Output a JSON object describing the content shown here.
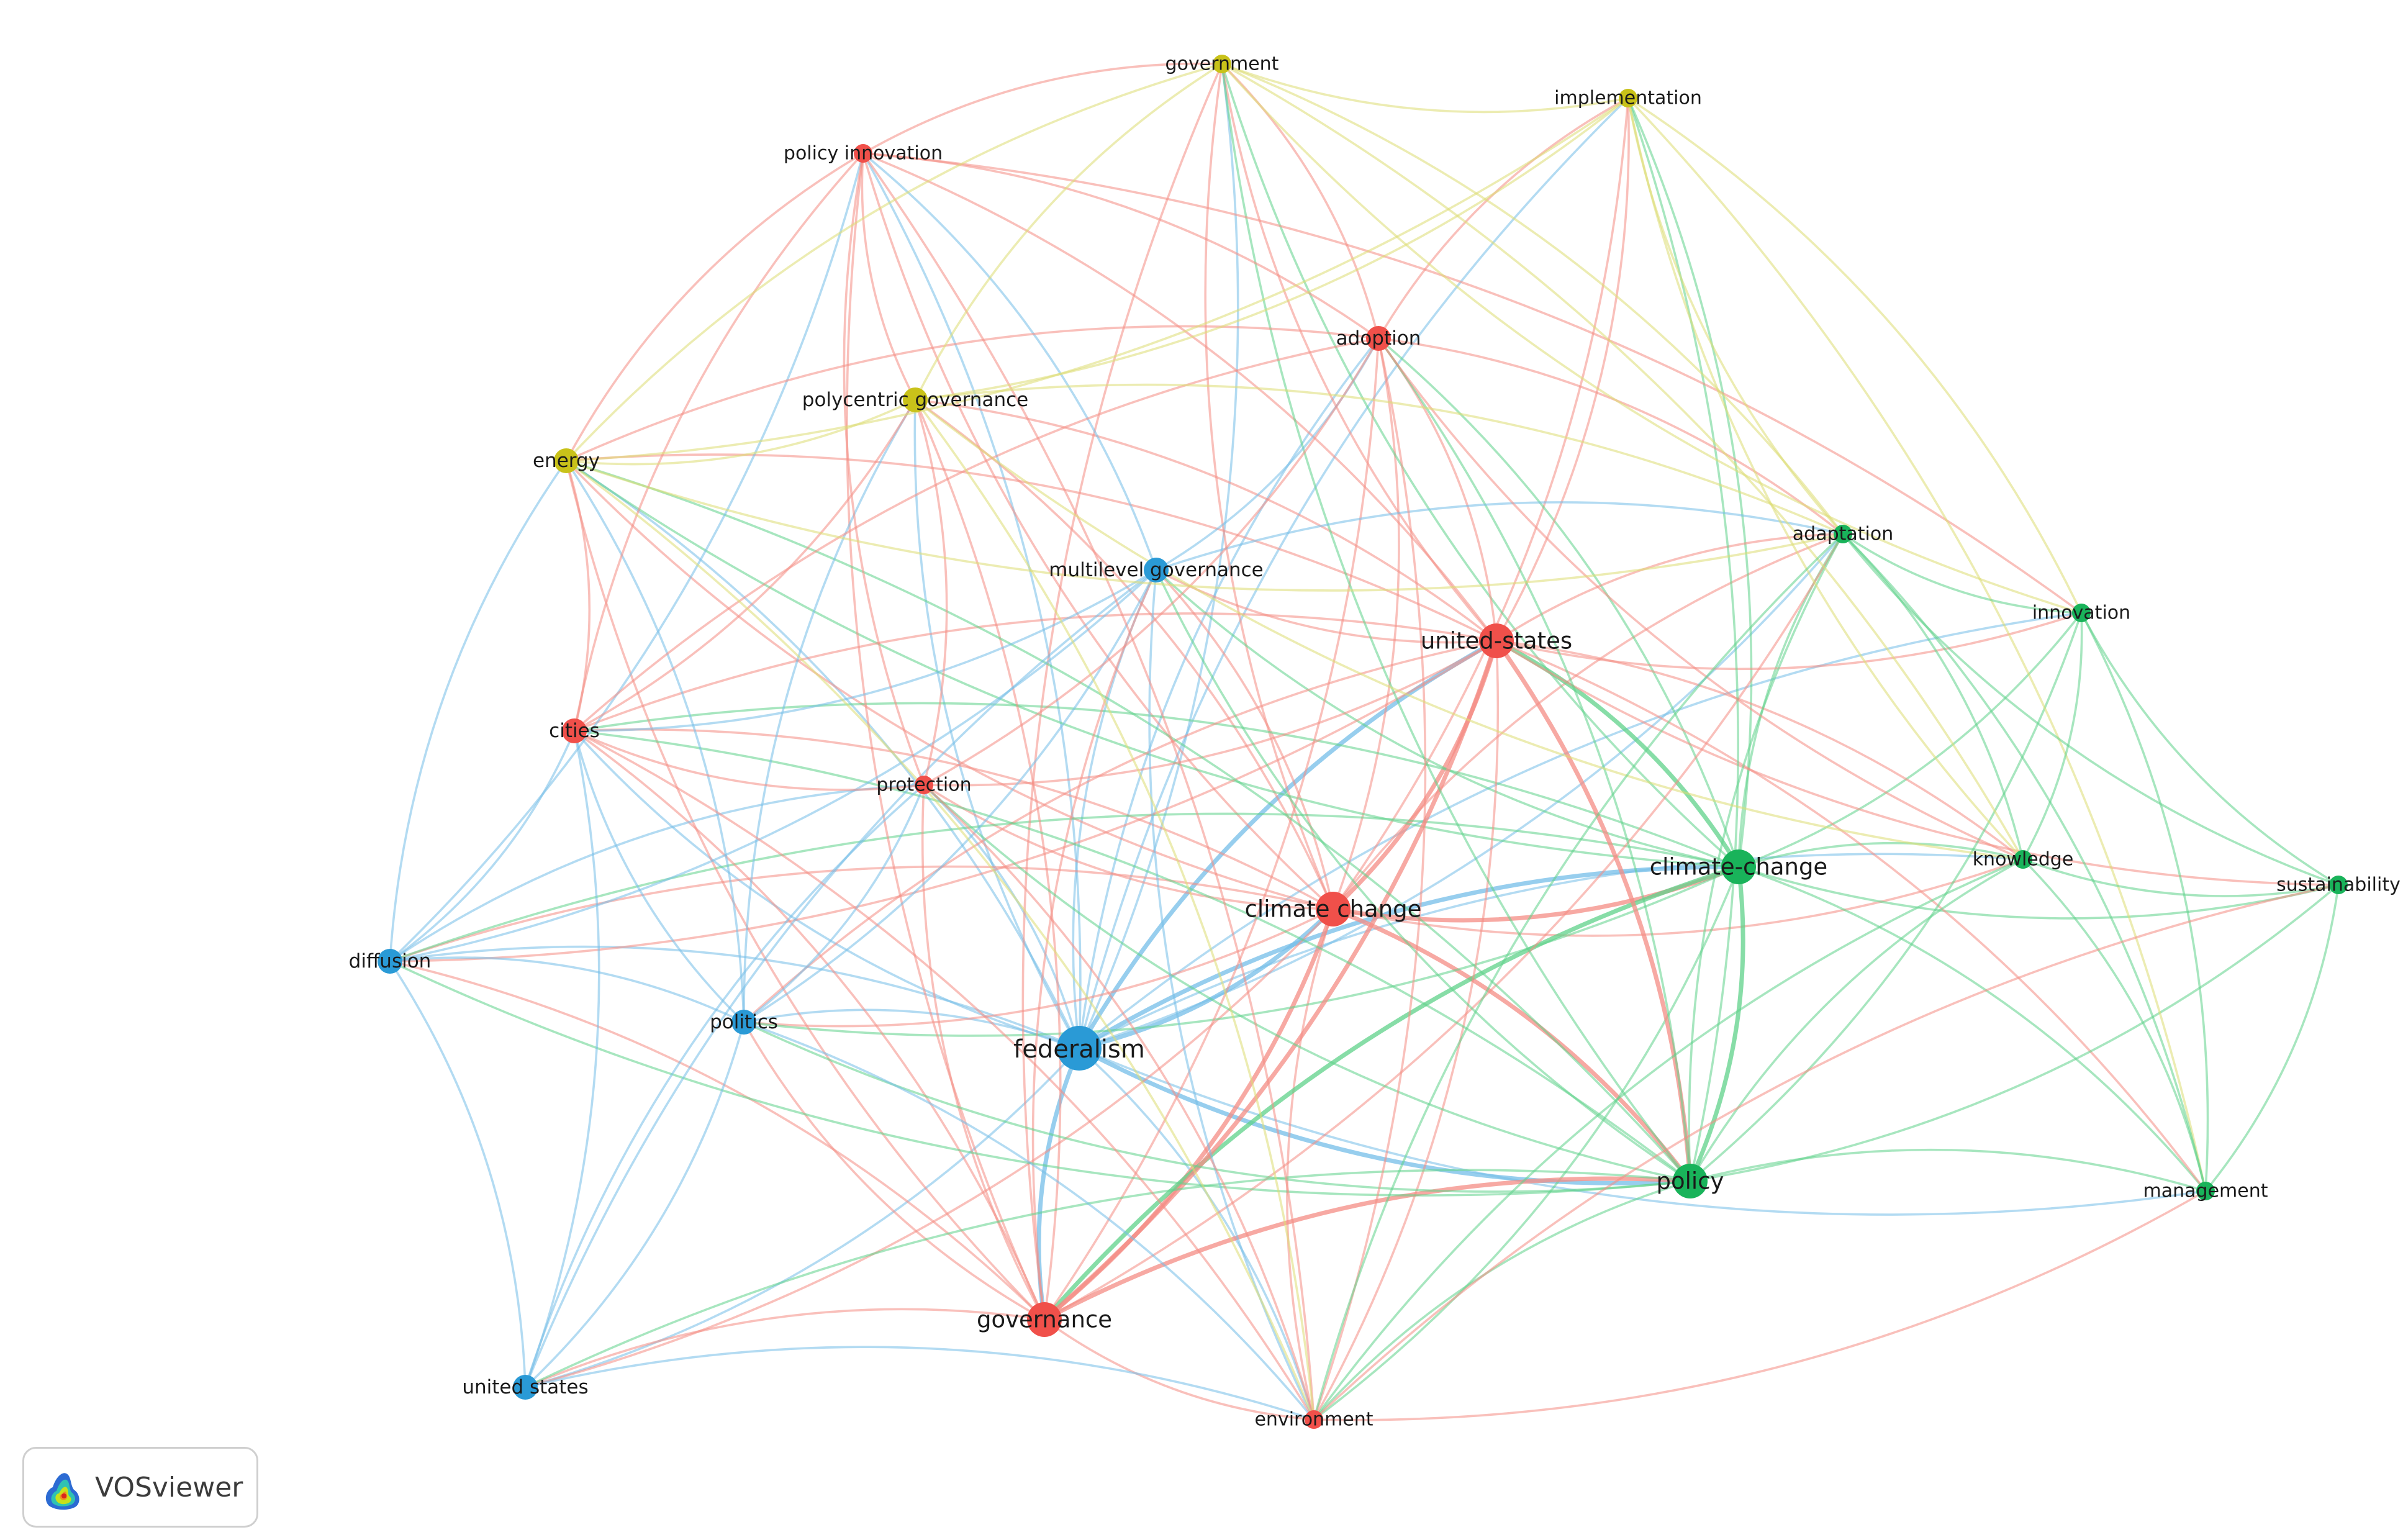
{
  "diagram": {
    "clusters": {
      "red": {
        "node_color": "#f0504a",
        "edge_color": "#f48c84"
      },
      "green": {
        "node_color": "#19b35a",
        "edge_color": "#5fd28a"
      },
      "blue": {
        "node_color": "#2a9ad6",
        "edge_color": "#74bde8"
      },
      "yellow": {
        "node_color": "#c9c21a",
        "edge_color": "#dddc72"
      }
    },
    "nodes": [
      {
        "id": "federalism",
        "label": "federalism",
        "cluster": "blue",
        "weight": 5
      },
      {
        "id": "climate change",
        "label": "climate change",
        "cluster": "red",
        "weight": 4
      },
      {
        "id": "climate-change",
        "label": "climate-change",
        "cluster": "green",
        "weight": 4
      },
      {
        "id": "governance",
        "label": "governance",
        "cluster": "red",
        "weight": 4
      },
      {
        "id": "united-states",
        "label": "united-states",
        "cluster": "red",
        "weight": 4
      },
      {
        "id": "policy",
        "label": "policy",
        "cluster": "green",
        "weight": 4
      },
      {
        "id": "multilevel governance",
        "label": "multilevel governance",
        "cluster": "blue",
        "weight": 3
      },
      {
        "id": "politics",
        "label": "politics",
        "cluster": "blue",
        "weight": 3
      },
      {
        "id": "united states",
        "label": "united states",
        "cluster": "blue",
        "weight": 3
      },
      {
        "id": "diffusion",
        "label": "diffusion",
        "cluster": "blue",
        "weight": 3
      },
      {
        "id": "cities",
        "label": "cities",
        "cluster": "red",
        "weight": 3
      },
      {
        "id": "protection",
        "label": "protection",
        "cluster": "red",
        "weight": 2
      },
      {
        "id": "adoption",
        "label": "adoption",
        "cluster": "red",
        "weight": 3
      },
      {
        "id": "policy innovation",
        "label": "policy innovation",
        "cluster": "red",
        "weight": 2
      },
      {
        "id": "environment",
        "label": "environment",
        "cluster": "red",
        "weight": 2
      },
      {
        "id": "energy",
        "label": "energy",
        "cluster": "yellow",
        "weight": 3
      },
      {
        "id": "polycentric governance",
        "label": "polycentric governance",
        "cluster": "yellow",
        "weight": 3
      },
      {
        "id": "government",
        "label": "government",
        "cluster": "yellow",
        "weight": 2
      },
      {
        "id": "implementation",
        "label": "implementation",
        "cluster": "yellow",
        "weight": 2
      },
      {
        "id": "adaptation",
        "label": "adaptation",
        "cluster": "green",
        "weight": 2
      },
      {
        "id": "innovation",
        "label": "innovation",
        "cluster": "green",
        "weight": 2
      },
      {
        "id": "knowledge",
        "label": "knowledge",
        "cluster": "green",
        "weight": 2
      },
      {
        "id": "sustainability",
        "label": "sustainability",
        "cluster": "green",
        "weight": 2
      },
      {
        "id": "management",
        "label": "management",
        "cluster": "green",
        "weight": 2
      }
    ],
    "edges": [
      [
        "federalism",
        "climate change"
      ],
      [
        "federalism",
        "climate-change"
      ],
      [
        "federalism",
        "governance"
      ],
      [
        "federalism",
        "united-states"
      ],
      [
        "federalism",
        "policy"
      ],
      [
        "federalism",
        "multilevel governance"
      ],
      [
        "federalism",
        "politics"
      ],
      [
        "federalism",
        "united states"
      ],
      [
        "federalism",
        "diffusion"
      ],
      [
        "federalism",
        "cities"
      ],
      [
        "federalism",
        "protection"
      ],
      [
        "federalism",
        "adoption"
      ],
      [
        "federalism",
        "policy innovation"
      ],
      [
        "federalism",
        "environment"
      ],
      [
        "federalism",
        "energy"
      ],
      [
        "federalism",
        "polycentric governance"
      ],
      [
        "federalism",
        "government"
      ],
      [
        "federalism",
        "implementation"
      ],
      [
        "federalism",
        "adaptation"
      ],
      [
        "federalism",
        "knowledge"
      ],
      [
        "federalism",
        "management"
      ],
      [
        "federalism",
        "innovation"
      ],
      [
        "climate change",
        "climate-change"
      ],
      [
        "climate change",
        "governance"
      ],
      [
        "climate change",
        "united-states"
      ],
      [
        "climate change",
        "policy"
      ],
      [
        "climate change",
        "multilevel governance"
      ],
      [
        "climate change",
        "politics"
      ],
      [
        "climate change",
        "cities"
      ],
      [
        "climate change",
        "protection"
      ],
      [
        "climate change",
        "adoption"
      ],
      [
        "climate change",
        "policy innovation"
      ],
      [
        "climate change",
        "environment"
      ],
      [
        "climate change",
        "energy"
      ],
      [
        "climate change",
        "polycentric governance"
      ],
      [
        "climate change",
        "government"
      ],
      [
        "climate change",
        "implementation"
      ],
      [
        "climate change",
        "adaptation"
      ],
      [
        "climate change",
        "knowledge"
      ],
      [
        "climate change",
        "united states"
      ],
      [
        "climate change",
        "diffusion"
      ],
      [
        "climate-change",
        "policy"
      ],
      [
        "climate-change",
        "united-states"
      ],
      [
        "climate-change",
        "adaptation"
      ],
      [
        "climate-change",
        "innovation"
      ],
      [
        "climate-change",
        "knowledge"
      ],
      [
        "climate-change",
        "sustainability"
      ],
      [
        "climate-change",
        "management"
      ],
      [
        "climate-change",
        "governance"
      ],
      [
        "climate-change",
        "multilevel governance"
      ],
      [
        "climate-change",
        "implementation"
      ],
      [
        "climate-change",
        "government"
      ],
      [
        "climate-change",
        "adoption"
      ],
      [
        "climate-change",
        "environment"
      ],
      [
        "climate-change",
        "diffusion"
      ],
      [
        "climate-change",
        "politics"
      ],
      [
        "climate-change",
        "cities"
      ],
      [
        "climate-change",
        "energy"
      ],
      [
        "governance",
        "united-states"
      ],
      [
        "governance",
        "policy"
      ],
      [
        "governance",
        "united states"
      ],
      [
        "governance",
        "politics"
      ],
      [
        "governance",
        "cities"
      ],
      [
        "governance",
        "protection"
      ],
      [
        "governance",
        "adoption"
      ],
      [
        "governance",
        "policy innovation"
      ],
      [
        "governance",
        "environment"
      ],
      [
        "governance",
        "energy"
      ],
      [
        "governance",
        "polycentric governance"
      ],
      [
        "governance",
        "multilevel governance"
      ],
      [
        "governance",
        "diffusion"
      ],
      [
        "governance",
        "government"
      ],
      [
        "governance",
        "adaptation"
      ],
      [
        "united-states",
        "policy"
      ],
      [
        "united-states",
        "adoption"
      ],
      [
        "united-states",
        "multilevel governance"
      ],
      [
        "united-states",
        "cities"
      ],
      [
        "united-states",
        "protection"
      ],
      [
        "united-states",
        "policy innovation"
      ],
      [
        "united-states",
        "environment"
      ],
      [
        "united-states",
        "energy"
      ],
      [
        "united-states",
        "adaptation"
      ],
      [
        "united-states",
        "innovation"
      ],
      [
        "united-states",
        "knowledge"
      ],
      [
        "united-states",
        "implementation"
      ],
      [
        "united-states",
        "government"
      ],
      [
        "united-states",
        "politics"
      ],
      [
        "united-states",
        "diffusion"
      ],
      [
        "united-states",
        "sustainability"
      ],
      [
        "united-states",
        "management"
      ],
      [
        "united-states",
        "polycentric governance"
      ],
      [
        "policy",
        "adaptation"
      ],
      [
        "policy",
        "innovation"
      ],
      [
        "policy",
        "knowledge"
      ],
      [
        "policy",
        "sustainability"
      ],
      [
        "policy",
        "management"
      ],
      [
        "policy",
        "environment"
      ],
      [
        "policy",
        "multilevel governance"
      ],
      [
        "policy",
        "implementation"
      ],
      [
        "policy",
        "government"
      ],
      [
        "policy",
        "adoption"
      ],
      [
        "policy",
        "politics"
      ],
      [
        "policy",
        "united states"
      ],
      [
        "policy",
        "diffusion"
      ],
      [
        "policy",
        "cities"
      ],
      [
        "policy",
        "protection"
      ],
      [
        "policy",
        "energy"
      ],
      [
        "multilevel governance",
        "politics"
      ],
      [
        "multilevel governance",
        "united states"
      ],
      [
        "multilevel governance",
        "diffusion"
      ],
      [
        "multilevel governance",
        "adoption"
      ],
      [
        "multilevel governance",
        "adaptation"
      ],
      [
        "multilevel governance",
        "policy innovation"
      ],
      [
        "multilevel governance",
        "cities"
      ],
      [
        "multilevel governance",
        "environment"
      ],
      [
        "politics",
        "united states"
      ],
      [
        "politics",
        "diffusion"
      ],
      [
        "politics",
        "cities"
      ],
      [
        "politics",
        "protection"
      ],
      [
        "politics",
        "polycentric governance"
      ],
      [
        "politics",
        "energy"
      ],
      [
        "politics",
        "environment"
      ],
      [
        "united states",
        "diffusion"
      ],
      [
        "united states",
        "environment"
      ],
      [
        "united states",
        "cities"
      ],
      [
        "united states",
        "protection"
      ],
      [
        "diffusion",
        "cities"
      ],
      [
        "diffusion",
        "protection"
      ],
      [
        "diffusion",
        "policy innovation"
      ],
      [
        "diffusion",
        "energy"
      ],
      [
        "cities",
        "protection"
      ],
      [
        "cities",
        "policy innovation"
      ],
      [
        "cities",
        "energy"
      ],
      [
        "cities",
        "adoption"
      ],
      [
        "cities",
        "polycentric governance"
      ],
      [
        "cities",
        "environment"
      ],
      [
        "protection",
        "adoption"
      ],
      [
        "protection",
        "environment"
      ],
      [
        "protection",
        "polycentric governance"
      ],
      [
        "protection",
        "policy innovation"
      ],
      [
        "adoption",
        "policy innovation"
      ],
      [
        "adoption",
        "environment"
      ],
      [
        "adoption",
        "government"
      ],
      [
        "adoption",
        "implementation"
      ],
      [
        "adoption",
        "energy"
      ],
      [
        "adoption",
        "adaptation"
      ],
      [
        "adoption",
        "knowledge"
      ],
      [
        "policy innovation",
        "environment"
      ],
      [
        "policy innovation",
        "energy"
      ],
      [
        "policy innovation",
        "government"
      ],
      [
        "policy innovation",
        "polycentric governance"
      ],
      [
        "policy innovation",
        "innovation"
      ],
      [
        "energy",
        "polycentric governance"
      ],
      [
        "energy",
        "government"
      ],
      [
        "energy",
        "implementation"
      ],
      [
        "energy",
        "environment"
      ],
      [
        "energy",
        "adaptation"
      ],
      [
        "polycentric governance",
        "government"
      ],
      [
        "polycentric governance",
        "implementation"
      ],
      [
        "polycentric governance",
        "adaptation"
      ],
      [
        "polycentric governance",
        "knowledge"
      ],
      [
        "polycentric governance",
        "environment"
      ],
      [
        "government",
        "implementation"
      ],
      [
        "government",
        "adaptation"
      ],
      [
        "government",
        "innovation"
      ],
      [
        "government",
        "knowledge"
      ],
      [
        "implementation",
        "adaptation"
      ],
      [
        "implementation",
        "innovation"
      ],
      [
        "implementation",
        "knowledge"
      ],
      [
        "implementation",
        "management"
      ],
      [
        "adaptation",
        "innovation"
      ],
      [
        "adaptation",
        "knowledge"
      ],
      [
        "adaptation",
        "sustainability"
      ],
      [
        "adaptation",
        "management"
      ],
      [
        "adaptation",
        "environment"
      ],
      [
        "innovation",
        "knowledge"
      ],
      [
        "innovation",
        "sustainability"
      ],
      [
        "innovation",
        "management"
      ],
      [
        "knowledge",
        "sustainability"
      ],
      [
        "knowledge",
        "management"
      ],
      [
        "knowledge",
        "environment"
      ],
      [
        "sustainability",
        "management"
      ],
      [
        "environment",
        "management"
      ],
      [
        "environment",
        "sustainability"
      ]
    ]
  },
  "brand": {
    "name": "VOSviewer"
  }
}
